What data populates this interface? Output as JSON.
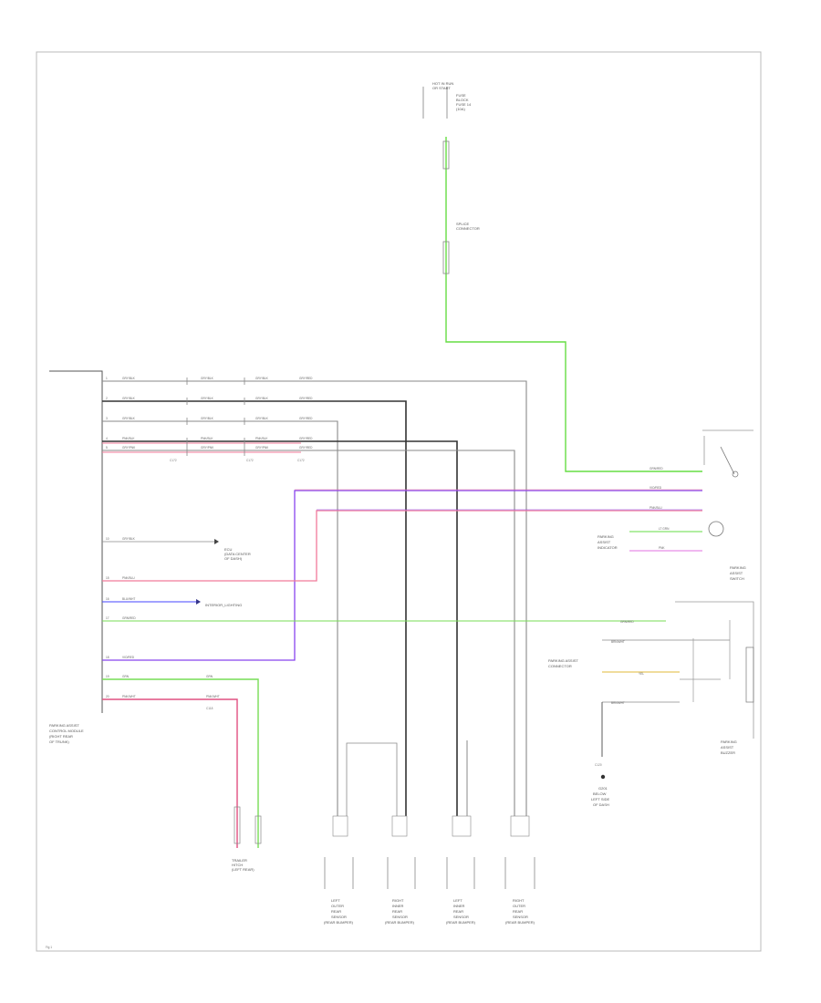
{
  "colors": {
    "border": "#bbbbbb",
    "wire_gray": "#8a8a8a",
    "wire_dark": "#333333",
    "wire_green": "#66dd44",
    "wire_violet": "#8844ee",
    "wire_pink": "#f07a9a",
    "wire_blue": "#4444ff",
    "wire_light_green": "#77dd55",
    "wire_yellow": "#e8c860",
    "text": "#555555"
  },
  "header": {
    "module_top_label": [
      "HOT IN RUN",
      "OR START"
    ],
    "fuse_label": [
      "FUSE",
      "BLOCK",
      "FUSE 14",
      "(10A)"
    ],
    "splice_label": [
      "SPLICE",
      "CONNECTOR"
    ]
  },
  "module": {
    "name": [
      "PARKING ASSIST",
      "CONTROL MODULE",
      "(RIGHT REAR",
      "OF TRUNK)"
    ],
    "wires": [
      {
        "pin": "1",
        "color": "GRY/BLK"
      },
      {
        "pin": "2",
        "color": "GRY/BLK"
      },
      {
        "pin": "3",
        "color": "GRY/BLK"
      },
      {
        "pin": "4",
        "color": "PNK/BLK"
      },
      {
        "pin": "5",
        "color": "GRY/PNK"
      },
      {
        "pin": "10",
        "color": "GRY/BLK"
      },
      {
        "pin": "15",
        "color": "PNK/BLU"
      },
      {
        "pin": "16",
        "color": "BLU/WHT"
      },
      {
        "pin": "17",
        "color": "GRN/RED"
      },
      {
        "pin": "18",
        "color": "VIO/RED"
      },
      {
        "pin": "19",
        "color": "GRN"
      },
      {
        "pin": "20",
        "color": "PNK/WHT"
      }
    ],
    "mid_wire_labels": [
      "GRY/BLK",
      "GRY/BLK",
      "GRY/BLK",
      "PNK/BLK",
      "GRY/PNK"
    ],
    "right_wire_labels": [
      "GRY/BLK",
      "GRY/BLK",
      "GRY/BLK",
      "PNK/BLK",
      "GRY/PNK"
    ],
    "far_wire_labels": [
      "GRY/RED",
      "GRY/RED",
      "GRY/RED",
      "GRY/RED",
      "GRY/RED"
    ],
    "connector_ids": [
      "C172",
      "C172",
      "C172"
    ]
  },
  "junctions": {
    "ecu_label": [
      "ECU",
      "(DATA CENTER",
      "OF DASH)"
    ],
    "ground_label": "INTERIOR_LIGHTING",
    "bottom_conn": "C118"
  },
  "right_side": {
    "switch_label": [
      "PARKING",
      "ASSIST",
      "SWITCH"
    ],
    "indicator_label": [
      "PARKING",
      "ASSIST",
      "INDICATOR"
    ],
    "relay_label": [
      "PARKING ASSIST",
      "CONNECTOR"
    ],
    "buzzer_label": [
      "PARKING",
      "ASSIST",
      "BUZZER"
    ],
    "wire_labels": [
      "GRN/RED",
      "VIO/RED",
      "PNK/BLU",
      "LT GRN",
      "PNK",
      "GRN/RED",
      "BRN/WHT",
      "YEL",
      "BRN/WHT"
    ],
    "ground": [
      "G201",
      "BELOW",
      "LEFT SIDE",
      "OF DASH"
    ],
    "ground_conn": "C120"
  },
  "sensors": [
    {
      "label": [
        "LEFT",
        "OUTER",
        "REAR",
        "SENSOR",
        "(REAR BUMPER)"
      ]
    },
    {
      "label": [
        "RIGHT",
        "INNER",
        "REAR",
        "SENSOR",
        "(REAR BUMPER)"
      ]
    },
    {
      "label": [
        "LEFT",
        "INNER",
        "REAR",
        "SENSOR",
        "(REAR BUMPER)"
      ]
    },
    {
      "label": [
        "RIGHT",
        "OUTER",
        "REAR",
        "SENSOR",
        "(REAR BUMPER)"
      ]
    }
  ],
  "trailer_label": [
    "TRAILER",
    "HITCH",
    "(LEFT REAR)"
  ],
  "page_ref": "Fig 1"
}
